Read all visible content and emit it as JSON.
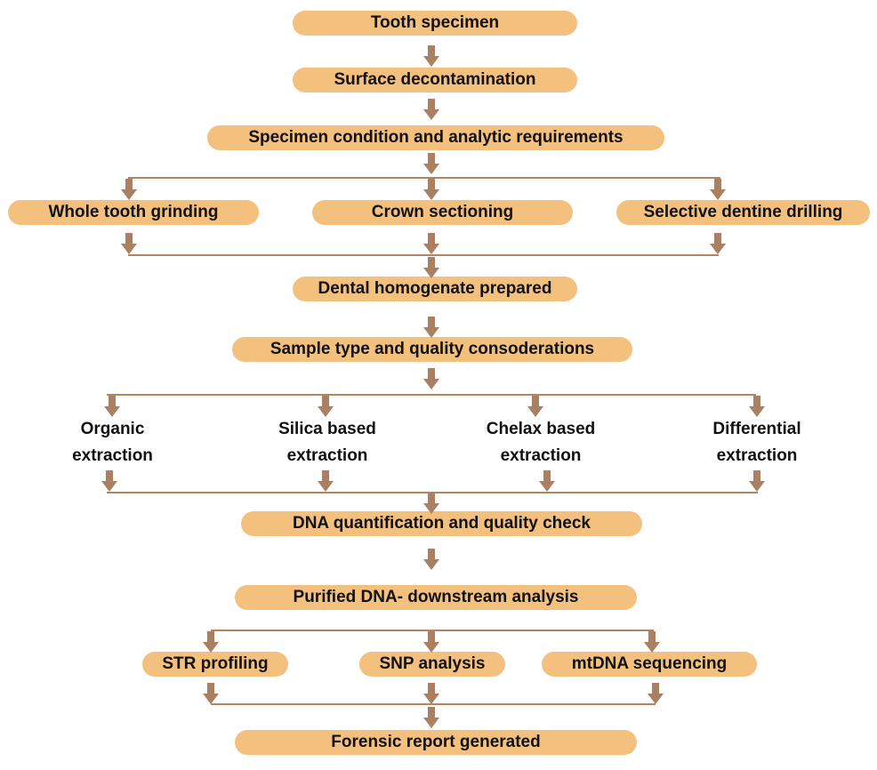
{
  "flow": {
    "tooth_specimen": "Tooth specimen",
    "surface_decontamination": "Surface decontamination",
    "specimen_condition": "Specimen condition and analytic requirements",
    "whole_tooth_grinding": "Whole tooth grinding",
    "crown_sectioning": "Crown sectioning",
    "selective_dentine_drilling": "Selective dentine drilling",
    "dental_homogenate": "Dental homogenate prepared",
    "sample_type": "Sample type and quality consoderations",
    "organic_extraction": [
      "Organic",
      "extraction"
    ],
    "silica_extraction": [
      "Silica based",
      "extraction"
    ],
    "chelax_extraction": [
      "Chelax based",
      "extraction"
    ],
    "differential_extraction": [
      "Differential",
      "extraction"
    ],
    "dna_quantification": "DNA quantification and quality check",
    "purified_dna": "Purified DNA- downstream analysis",
    "str_profiling": "STR profiling",
    "snp_analysis": "SNP analysis",
    "mtdna_sequencing": "mtDNA sequencing",
    "forensic_report": "Forensic report generated"
  },
  "colors": {
    "box_fill": "#f3c07e",
    "arrow": "#ab7f61",
    "connector": "#b58560",
    "text": "#111111"
  }
}
